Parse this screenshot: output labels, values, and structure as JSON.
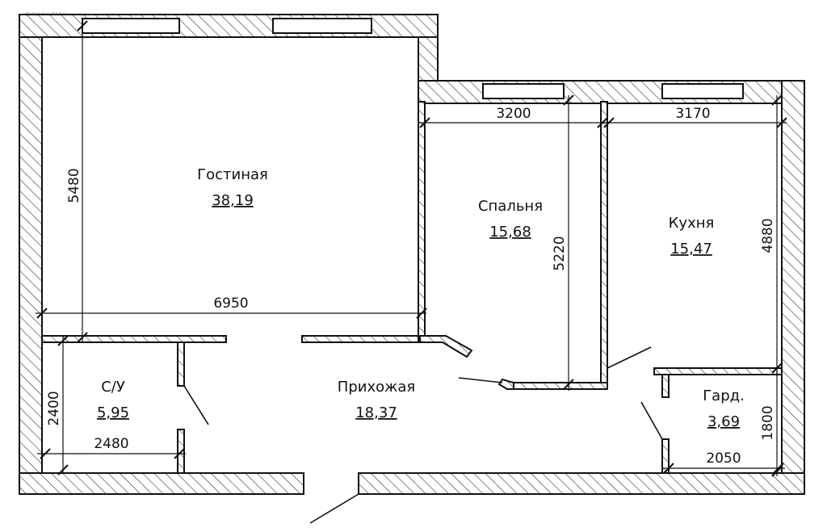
{
  "watermark": "ДОМКЛИК.ру",
  "rooms": {
    "living": {
      "name": "Гостиная",
      "area": "38,19"
    },
    "bedroom": {
      "name": "Спальня",
      "area": "15,68"
    },
    "kitchen": {
      "name": "Кухня",
      "area": "15,47"
    },
    "bathroom": {
      "name": "С/У",
      "area": "5,95"
    },
    "hallway": {
      "name": "Прихожая",
      "area": "18,37"
    },
    "wardrobe": {
      "name": "Гард.",
      "area": "3,69"
    }
  },
  "dimensions": {
    "living_height": "5480",
    "living_width": "6950",
    "bedroom_width": "3200",
    "bedroom_height": "5220",
    "kitchen_width": "3170",
    "kitchen_height": "4880",
    "bathroom_height": "2400",
    "bathroom_width": "2480",
    "wardrobe_height": "1800",
    "wardrobe_width": "2050"
  }
}
